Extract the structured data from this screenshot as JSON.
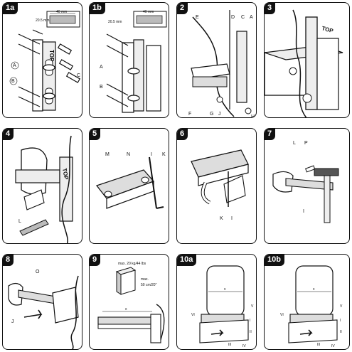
{
  "panels": [
    {
      "step": "1a",
      "labels": [
        "A",
        "B",
        "C"
      ],
      "dim_top": "40 mm",
      "dim_side": "20.5 mm",
      "top_text": "TOP"
    },
    {
      "step": "1b",
      "labels": [
        "A",
        "B"
      ],
      "dim_top": "40 mm",
      "dim_side": "20.5 mm"
    },
    {
      "step": "2",
      "labels": [
        "E",
        "D",
        "C",
        "A",
        "F",
        "G",
        "J",
        "H"
      ]
    },
    {
      "step": "3",
      "top_text": "TOP"
    },
    {
      "step": "4",
      "labels": [
        "L"
      ],
      "top_text": "TOP"
    },
    {
      "step": "5",
      "labels": [
        "M",
        "N",
        "I",
        "K"
      ]
    },
    {
      "step": "6",
      "labels": [
        "K",
        "I"
      ]
    },
    {
      "step": "7",
      "labels": [
        "L",
        "P",
        "I"
      ]
    },
    {
      "step": "8",
      "labels": [
        "O",
        "J"
      ]
    },
    {
      "step": "9",
      "weight_text": "max. 20 kg/44 lbs",
      "max_text": "max.",
      "depth_text": "50 cm/20\"",
      "x_text": "x"
    },
    {
      "step": "10a",
      "roman": [
        "I",
        "II",
        "III",
        "IV",
        "V",
        "VI"
      ],
      "x_text": "x"
    },
    {
      "step": "10b",
      "roman": [
        "I",
        "II",
        "III",
        "IV",
        "V",
        "VI"
      ],
      "x_text": "x"
    }
  ]
}
